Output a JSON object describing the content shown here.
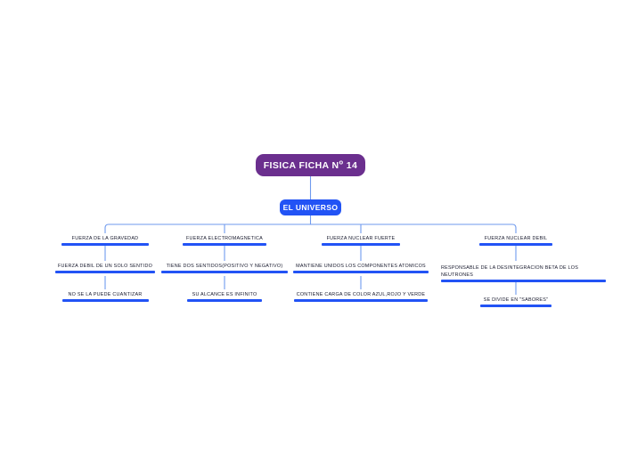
{
  "page": {
    "background_color": "#ffffff",
    "accent_blue": "#2253f5",
    "root_purple": "#6b2f8e",
    "text_color": "#15172b"
  },
  "diagram": {
    "type": "mind-map",
    "root": {
      "label": "FISICA FICHA N",
      "superscript": "o",
      "label_tail": " 14"
    },
    "subroot": {
      "label": "EL UNIVERSO"
    },
    "branches": [
      {
        "id": "gravedad",
        "title": "FUERZA DE LA GRAVEDAD",
        "children": [
          "FUERZA DEBIL DE UN SOLO SENTIDO",
          "NO SE LA PUEDE CUANTIZAR"
        ]
      },
      {
        "id": "electromagnetica",
        "title": "FUERZA ELECTROMAGNETICA",
        "children": [
          "TIENE DOS SENTIDOS(POSITIVO Y NEGATIVO)",
          "SU ALCANCE ES INFINITO"
        ]
      },
      {
        "id": "nuclear-fuerte",
        "title": "FUERZA NUCLEAR FUERTE",
        "children": [
          "MANTIENE UNIDOS LOS COMPONENTES ATOMICOS",
          "CONTIENE CARGA DE COLOR AZUL,ROJO Y VERDE"
        ]
      },
      {
        "id": "nuclear-debil",
        "title": "FUERZA NUCLEAR DEBIL",
        "children": [
          "RESPONSABLE DE LA DESINTEGRACION BETA DE LOS NEUTRONES",
          "SE DIVIDE EN \"SABORES\""
        ]
      }
    ]
  }
}
